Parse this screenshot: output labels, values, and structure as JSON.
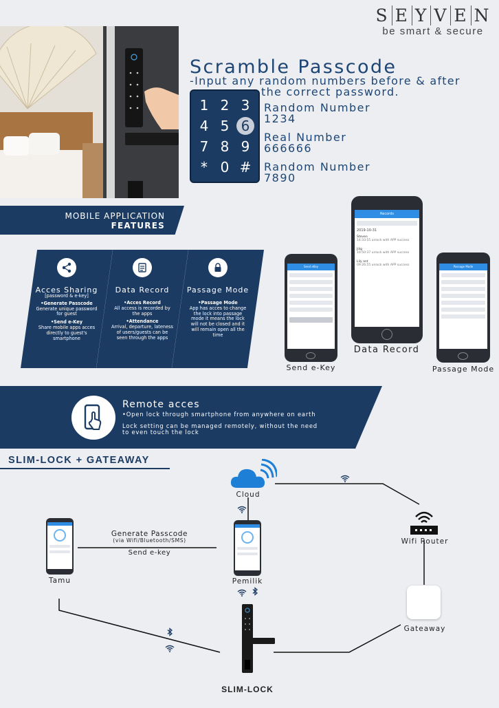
{
  "brand": {
    "logo_letters": [
      "S",
      "E",
      "Y",
      "V",
      "E",
      "N"
    ],
    "tagline": "be smart & secure"
  },
  "scramble": {
    "title": "Scramble Passcode",
    "subtitle_line1": "-Input any random numbers before & after",
    "subtitle_line2": "the correct password.",
    "keys": [
      "1",
      "2",
      "3",
      "4",
      "5",
      "6",
      "7",
      "8",
      "9",
      "*",
      "0",
      "#"
    ],
    "selected_key": "6",
    "rows": [
      {
        "label": "Random Number",
        "value": "1234"
      },
      {
        "label": "Real Number",
        "value": "666666"
      },
      {
        "label": "Random Number",
        "value": "7890"
      }
    ]
  },
  "features": {
    "banner_line1": "MOBILE APPLICATION",
    "banner_line2": "FEATURES",
    "cards": [
      {
        "title": "Acces Sharing",
        "subtitle": "[password & e-key]",
        "h1": "•Generate Passcode",
        "t1": "Generate unique password for guest",
        "h2": "•Send e-Key",
        "t2": "Share mobile apps acces directly to guest's smartphone"
      },
      {
        "title": "Data Record",
        "subtitle": "",
        "h1": "•Acces Record",
        "t1": "All access is recorded by the apps",
        "h2": "•Attendance",
        "t2": "Arrival, departure, lateness of users/guests can be seen through the apps"
      },
      {
        "title": "Passage Mode",
        "subtitle": "",
        "h1": "•Passage Mode",
        "t1": "App has acces to change the lock into passage mode it means the lock will not be closed and it will remain open all the time",
        "h2": "",
        "t2": ""
      }
    ],
    "phones": {
      "send": {
        "label": "Send e-Key",
        "header": "Send eKey"
      },
      "record": {
        "label": "Data Record",
        "header": "Records",
        "date": "2019-10-31",
        "entries": [
          {
            "name": "Steven",
            "info": "14:33:55 unlock with APP success"
          },
          {
            "name": "Jilig",
            "info": "10:50:37 unlock with APP success"
          },
          {
            "name": "Lily ant",
            "info": "09:26:55 unlock with APP success"
          }
        ]
      },
      "passage": {
        "label": "Passage Mode",
        "header": "Passage Mode"
      }
    }
  },
  "remote": {
    "title": "Remote acces",
    "line1": "•Open lock through smartphone from anywhere on earth",
    "line2": "Lock setting can be managed remotely, without the need",
    "line3": "to even touch the lock"
  },
  "diagram": {
    "title": "SLIM-LOCK + GATEAWAY",
    "cloud": "Cloud",
    "router": "Wifi Router",
    "gateway": "Gateaway",
    "tamu": "Tamu",
    "pemilik": "Pemilik",
    "lock": "SLIM-LOCK",
    "generate": "Generate Passcode",
    "via": "(via Wifi/Bluetooth/SMS)",
    "send": "Send e-key"
  },
  "colors": {
    "navy": "#1c3b63",
    "blue_bar": "#2f8de4",
    "cloud": "#1e7fd6"
  }
}
